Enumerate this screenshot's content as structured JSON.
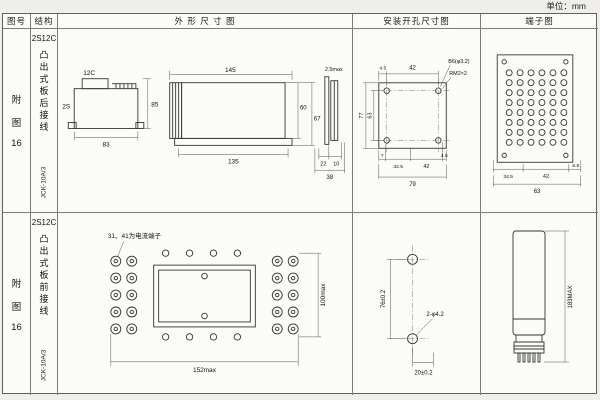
{
  "page": {
    "unit_label": "单位：mm"
  },
  "header": {
    "fig_no": "图号",
    "structure": "结构",
    "outline": "外 形 尺 寸 图",
    "mounting": "安装开孔尺寸图",
    "terminal": "端子图"
  },
  "row1": {
    "fig": {
      "l1": "附",
      "l2": "图",
      "l3": "16"
    },
    "structure": {
      "model": "2S12C",
      "desc": "凸出式板后接线",
      "code": "JCK-10A/3"
    },
    "outline": {
      "label_12c": "12C",
      "label_2s": "2S",
      "dim_85": "85",
      "dim_83": "83",
      "dim_145": "145",
      "dim_135": "135",
      "dim_60": "60",
      "dim_67": "67",
      "dim_25max": "2.5max",
      "dim_22": "22",
      "dim_10": "10",
      "dim_38": "38"
    },
    "mounting": {
      "dim_45_top": "4.5",
      "dim_42_top": "42",
      "label_b6": "B6(φ3.2)",
      "label_rm": "RM2×2",
      "dim_77": "77",
      "dim_63": "63",
      "dim_7": "7",
      "dim_325": "32.5",
      "dim_42_bottom": "42",
      "dim_45_bottom": "4.5",
      "dim_79": "79"
    },
    "terminal": {
      "dim_345": "34.5",
      "dim_42": "42",
      "dim_65": "6.5",
      "dim_63": "63"
    }
  },
  "row2": {
    "fig": {
      "l1": "附",
      "l2": "图",
      "l3": "16"
    },
    "structure": {
      "model": "2S12C",
      "desc": "凸出式板前接线",
      "code": "JCK-10A/3"
    },
    "outline": {
      "note": "31、41为电流端子",
      "dim_100": "100max",
      "dim_152": "152max"
    },
    "mounting": {
      "dim_76": "76±0.2",
      "label_holes": "2-φ4.2",
      "dim_20": "20±0.2"
    },
    "terminal": {
      "dim_183": "183MAX"
    }
  }
}
